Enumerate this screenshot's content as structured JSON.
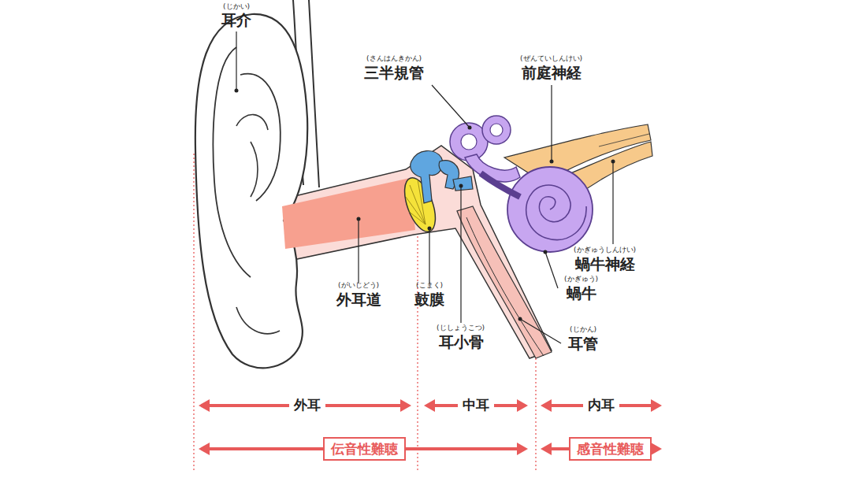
{
  "diagram": {
    "nodes": [
      {
        "text": [
          "伝音性難聴"
        ]
      },
      {
        "text": [
          "感音性難聴"
        ]
      }
    ],
    "labels": [
      "(じかい)",
      "耳介",
      "(さんはんきかん)",
      "三半規管",
      "(ぜんていしんけい)",
      "前庭神経",
      "(がいじどう)",
      "外耳道",
      "(こまく)",
      "鼓膜",
      "(じしょうこつ)",
      "耳小骨",
      "(かぎゅうしんけい)",
      "蝸牛神経",
      "(かぎゅう)",
      "蝸牛",
      "(じかん)",
      "耳管",
      "外耳",
      "中耳",
      "内耳"
    ]
  }
}
